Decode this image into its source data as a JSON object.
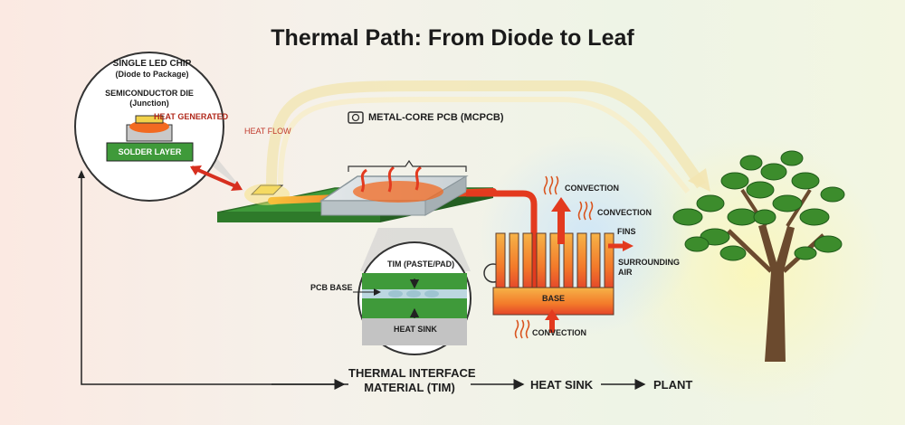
{
  "title": "Thermal Path: From Diode to Leaf",
  "chip_panel": {
    "heading": "SINGLE LED CHIP",
    "subheading": "(Diode to Package)",
    "die_label": "SEMICONDUCTOR DIE",
    "die_sub": "(Junction)",
    "heat_label": "HEAT GENERATED",
    "solder_label": "SOLDER LAYER"
  },
  "heat_flow_label": "HEAT FLOW",
  "pcb_label": "METAL-CORE PCB (MCPCB)",
  "tim_panel": {
    "tim_label": "TIM (PASTE/PAD)",
    "pcb_base_label": "PCB BASE",
    "heatsink_label": "HEAT SINK"
  },
  "heatsink": {
    "convection_top": "CONVECTION",
    "convection_right": "CONVECTION",
    "fins_label": "FINS",
    "surrounding_air": "SURROUNDING\nAIR",
    "base_label": "BASE",
    "convection_bottom": "CONVECTION"
  },
  "bottom_flow": {
    "tim": "THERMAL INTERFACE\nMATERIAL (TIM)",
    "heat_sink": "HEAT SINK",
    "plant": "PLANT"
  },
  "colors": {
    "pcb_green": "#3f9a3a",
    "heat_red": "#e33a1f",
    "heat_orange": "#f7931e",
    "leaf_green": "#3c8c2c",
    "trunk": "#6b4a2e"
  }
}
